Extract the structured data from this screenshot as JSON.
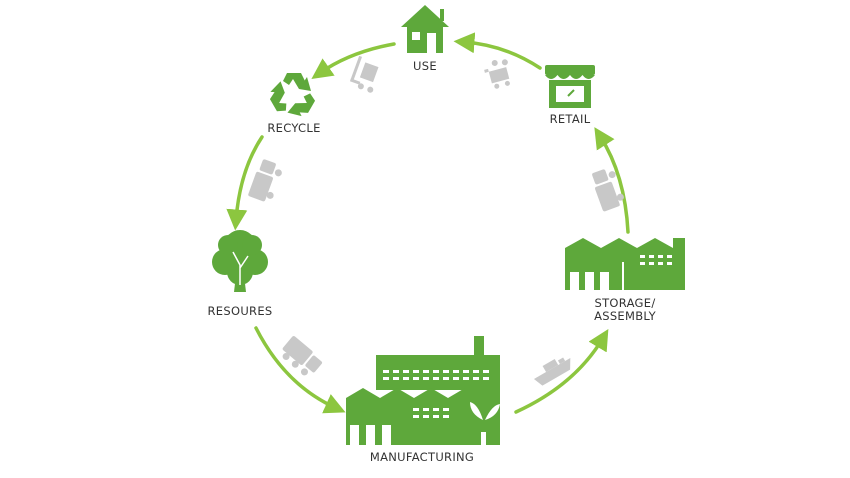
{
  "title": "Product lifecycle",
  "colors": {
    "icon_green": "#5ea83b",
    "arrow_green": "#8cc63f",
    "vehicle_gray": "#c8c8c8",
    "label": "#333333"
  },
  "stages": {
    "use": {
      "label": "USE",
      "icon": "house-icon"
    },
    "retail": {
      "label": "RETAIL",
      "icon": "shop-icon"
    },
    "recycle": {
      "label": "RECYCLE",
      "icon": "recycle-icon"
    },
    "resources": {
      "label": "RESOURES",
      "icon": "tree-icon"
    },
    "manufacturing": {
      "label": "MANUFACTURING",
      "icon": "factory-icon"
    },
    "storage": {
      "label_line1": "STORAGE/",
      "label_line2": "ASSEMBLY",
      "icon": "warehouse-icon"
    }
  },
  "transports": [
    "forklift-icon",
    "shopping-cart-icon",
    "truck-icon",
    "truck-icon",
    "truck-icon",
    "ship-icon"
  ]
}
